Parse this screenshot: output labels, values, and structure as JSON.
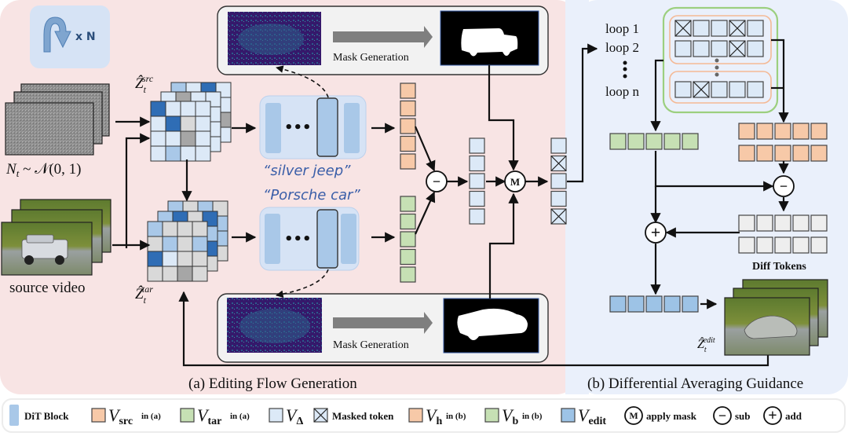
{
  "colors": {
    "panel_a_bg": "#f8e4e4",
    "panel_b_bg": "#eaf0fb",
    "dit_block": "#a9c8e8",
    "dit_container": "#d6e3f5",
    "v_src": "#f7c9a8",
    "v_tar": "#c6e0b4",
    "v_delta": "#dce9f7",
    "v_h": "#f7c9a8",
    "v_b": "#c6e0b4",
    "v_edit": "#9dc3e6",
    "latent_dark": "#2f6db5",
    "latent_mid": "#a9c8e8",
    "latent_light": "#dce9f7",
    "latent_gray": "#d9d9d9",
    "latent_darkgray": "#a6a6a6",
    "mask_panel": "#f2f2f2",
    "attn_map": "#3b1f6e",
    "loop_outline": "#9ccf7f",
    "loop_inner": "#f4b995",
    "prompt_text": "#3a5ea8"
  },
  "repeat_badge": {
    "icon": "loop-arrow-icon",
    "label": "x N"
  },
  "noise": {
    "label_main": "N",
    "label_sub": "t",
    "label_rest": " ~ 𝒩(0, 1)"
  },
  "source_video": {
    "label": "source video"
  },
  "latent_src": {
    "symbol": "Ẑ",
    "sub": "t",
    "sup": "src"
  },
  "latent_tar": {
    "symbol": "Ẑ",
    "sub": "t",
    "sup": "tar"
  },
  "latent_edit": {
    "symbol": "Ẑ",
    "sub": "t",
    "sup": "edit"
  },
  "prompts": {
    "src": "“silver jeep”",
    "tar": "“Porsche car”"
  },
  "mask_gen": {
    "top_label": "Mask Generation",
    "bottom_label": "Mask Generation"
  },
  "ops": {
    "sub": "−",
    "mask": "M",
    "add": "+"
  },
  "token_columns": {
    "src_count": 5,
    "tar_count": 5,
    "delta_count": 5,
    "masked_pattern": [
      false,
      true,
      false,
      false,
      true
    ]
  },
  "loops": {
    "labels": [
      "loop 1",
      "loop 2",
      "⋮",
      "loop n"
    ],
    "rows": [
      [
        true,
        false,
        false,
        true,
        false
      ],
      [
        false,
        false,
        false,
        true,
        false
      ],
      [
        false,
        true,
        false,
        false,
        false
      ]
    ]
  },
  "diff_tokens_label": "Diff Tokens",
  "panel_titles": {
    "a": "(a) Editing Flow Generation",
    "b": "(b) Differential Averaging Guidance"
  },
  "legend": [
    {
      "key": "dit",
      "label": "DiT Block",
      "kind": "dit"
    },
    {
      "key": "vsrc",
      "main": "V",
      "sub": "src",
      "suffix": "in (a)",
      "kind": "swatch",
      "color": "#f7c9a8"
    },
    {
      "key": "vtar",
      "main": "V",
      "sub": "tar",
      "suffix": "in (a)",
      "kind": "swatch",
      "color": "#c6e0b4"
    },
    {
      "key": "vdelta",
      "main": "V",
      "sub": "Δ",
      "suffix": "",
      "kind": "swatch",
      "color": "#dce9f7"
    },
    {
      "key": "masked",
      "label": "Masked token",
      "kind": "masked"
    },
    {
      "key": "vh",
      "main": "V",
      "sub": "h",
      "suffix": "in (b)",
      "kind": "swatch",
      "color": "#f7c9a8"
    },
    {
      "key": "vb",
      "main": "V",
      "sub": "b",
      "suffix": "in (b)",
      "kind": "swatch",
      "color": "#c6e0b4"
    },
    {
      "key": "vedit",
      "main": "V",
      "sub": "edit",
      "suffix": "",
      "kind": "swatch",
      "color": "#9dc3e6"
    },
    {
      "key": "mask",
      "glyph": "M",
      "label": "apply mask",
      "kind": "op"
    },
    {
      "key": "sub",
      "glyph": "−",
      "label": "sub",
      "kind": "op"
    },
    {
      "key": "add",
      "glyph": "+",
      "label": "add",
      "kind": "op"
    }
  ]
}
